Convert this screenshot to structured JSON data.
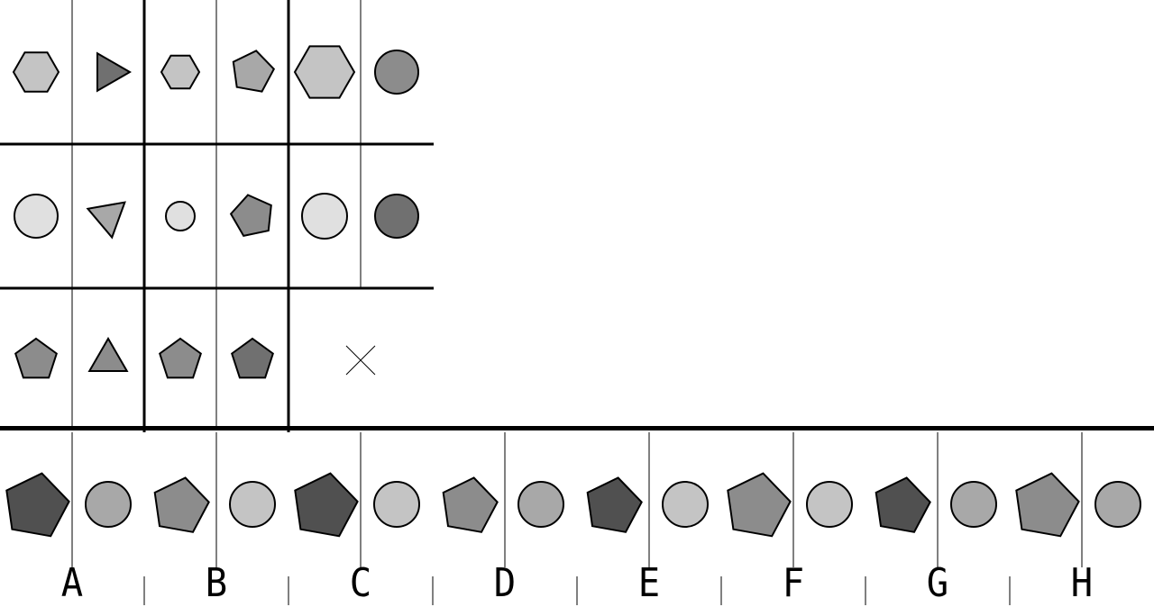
{
  "colors": {
    "background": "#ffffff",
    "line": "#000000",
    "fill_light": "#e0e0e0",
    "fill_silver": "#c4c4c4",
    "fill_mid_light": "#a8a8a8",
    "fill_mid": "#8c8c8c",
    "fill_dark_mid": "#707070",
    "fill_dark": "#505050"
  },
  "matrix": {
    "rows": [
      [
        {
          "left": {
            "shape": "hexagon",
            "size": "medium",
            "color": "#c4c4c4"
          },
          "right": {
            "shape": "triangle",
            "size": "medium",
            "color": "#707070",
            "rotation": 210
          }
        },
        {
          "left": {
            "shape": "hexagon",
            "size": "small",
            "color": "#c4c4c4"
          },
          "right": {
            "shape": "pentagon",
            "size": "medium",
            "color": "#a8a8a8",
            "rotation": 10
          }
        },
        {
          "left": {
            "shape": "hexagon",
            "size": "large",
            "color": "#c4c4c4"
          },
          "right": {
            "shape": "circle",
            "size": "medium",
            "color": "#8c8c8c"
          }
        }
      ],
      [
        {
          "left": {
            "shape": "circle",
            "size": "medium",
            "color": "#e0e0e0"
          },
          "right": {
            "shape": "triangle",
            "size": "medium",
            "color": "#a8a8a8",
            "rotation": 170
          }
        },
        {
          "left": {
            "shape": "circle",
            "size": "small",
            "color": "#e0e0e0"
          },
          "right": {
            "shape": "pentagon",
            "size": "medium",
            "color": "#8c8c8c",
            "rotation": -12
          }
        },
        {
          "left": {
            "shape": "circle",
            "size": "large",
            "color": "#e0e0e0"
          },
          "right": {
            "shape": "circle",
            "size": "medium",
            "color": "#707070"
          }
        }
      ],
      [
        {
          "left": {
            "shape": "pentagon",
            "size": "medium",
            "color": "#8c8c8c",
            "rotation": 0
          },
          "right": {
            "shape": "triangle",
            "size": "medium",
            "color": "#8c8c8c",
            "rotation": 120
          }
        },
        {
          "left": {
            "shape": "pentagon",
            "size": "medium",
            "color": "#8c8c8c",
            "rotation": 0
          },
          "right": {
            "shape": "pentagon",
            "size": "medium",
            "color": "#707070",
            "rotation": 0
          }
        },
        {
          "missing": true
        }
      ]
    ]
  },
  "answers": [
    {
      "label": "A",
      "left": {
        "shape": "pentagon",
        "size": "large",
        "color": "#505050",
        "rotation": 10
      },
      "right": {
        "shape": "circle",
        "size": "medium",
        "color": "#a8a8a8"
      }
    },
    {
      "label": "B",
      "left": {
        "shape": "pentagon",
        "size": "medium",
        "color": "#8c8c8c",
        "rotation": 10
      },
      "right": {
        "shape": "circle",
        "size": "medium",
        "color": "#c4c4c4"
      }
    },
    {
      "label": "C",
      "left": {
        "shape": "pentagon",
        "size": "large",
        "color": "#505050",
        "rotation": 10
      },
      "right": {
        "shape": "circle",
        "size": "medium",
        "color": "#c4c4c4"
      }
    },
    {
      "label": "D",
      "left": {
        "shape": "pentagon",
        "size": "medium",
        "color": "#8c8c8c",
        "rotation": 10
      },
      "right": {
        "shape": "circle",
        "size": "medium",
        "color": "#a8a8a8"
      }
    },
    {
      "label": "E",
      "left": {
        "shape": "pentagon",
        "size": "medium",
        "color": "#505050",
        "rotation": 10
      },
      "right": {
        "shape": "circle",
        "size": "medium",
        "color": "#c4c4c4"
      }
    },
    {
      "label": "F",
      "left": {
        "shape": "pentagon",
        "size": "large",
        "color": "#8c8c8c",
        "rotation": 10
      },
      "right": {
        "shape": "circle",
        "size": "medium",
        "color": "#c4c4c4"
      }
    },
    {
      "label": "G",
      "left": {
        "shape": "pentagon",
        "size": "medium",
        "color": "#505050",
        "rotation": 10
      },
      "right": {
        "shape": "circle",
        "size": "medium",
        "color": "#a8a8a8"
      }
    },
    {
      "label": "H",
      "left": {
        "shape": "pentagon",
        "size": "large",
        "color": "#8c8c8c",
        "rotation": 10
      },
      "right": {
        "shape": "circle",
        "size": "medium",
        "color": "#a8a8a8"
      }
    }
  ]
}
